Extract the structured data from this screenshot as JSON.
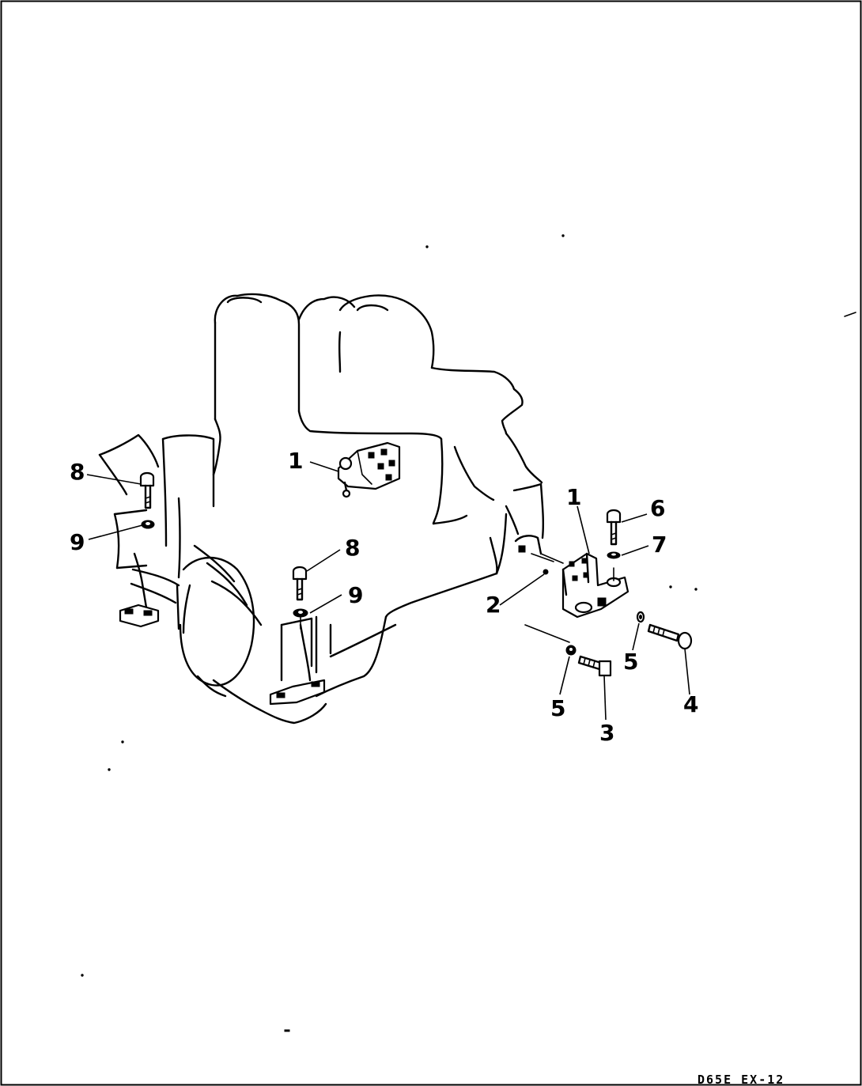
{
  "callouts": {
    "c1_left": "1",
    "c1_right": "1",
    "c2": "2",
    "c3": "3",
    "c4": "4",
    "c5_a": "5",
    "c5_b": "5",
    "c6": "6",
    "c7": "7",
    "c8_left": "8",
    "c8_center": "9",
    "c8_mid": "8",
    "c9_left": "9"
  },
  "sheet_code": "D65E EX-12",
  "colors": {
    "ink": "#000000",
    "paper": "#ffffff"
  }
}
